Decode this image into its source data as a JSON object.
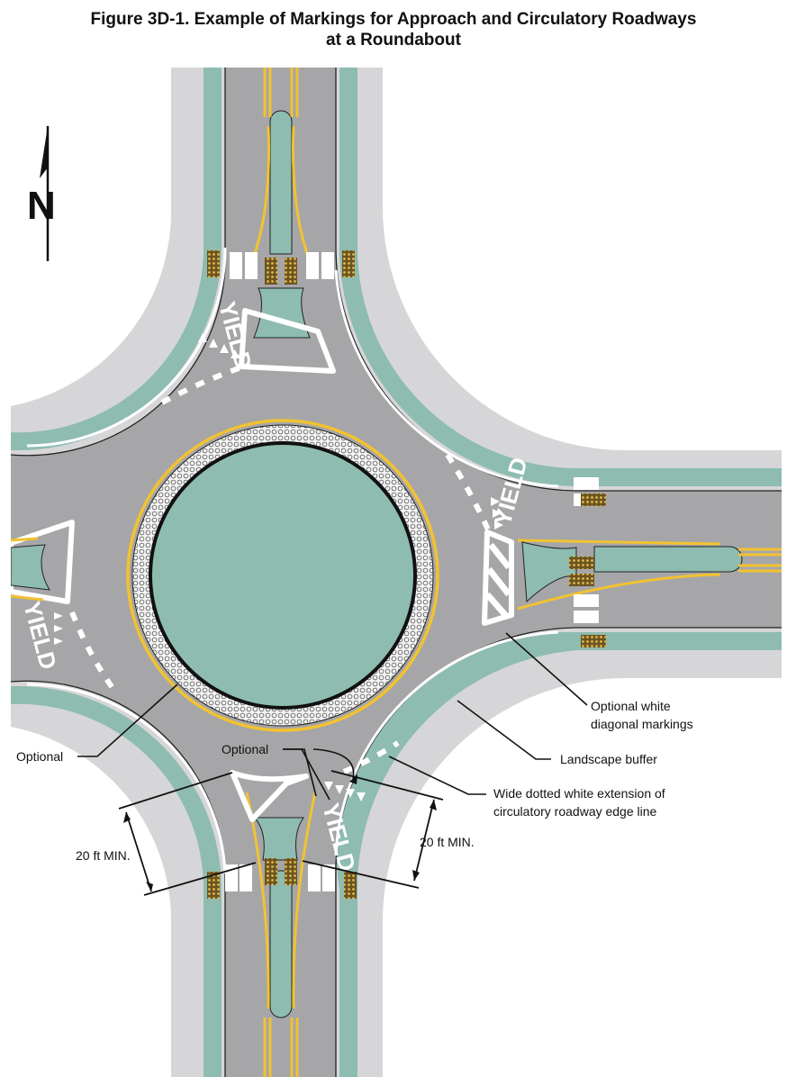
{
  "figure": {
    "title_line1": "Figure 3D-1.  Example of Markings for Approach and Circulatory Roadways",
    "title_line2": "at a Roundabout"
  },
  "compass": {
    "north_letter": "N"
  },
  "pavement_words": {
    "yield": "YIELD"
  },
  "callouts": {
    "optional_left": "Optional",
    "optional_south": "Optional",
    "diagonal_line1": "Optional white",
    "diagonal_line2": "diagonal markings",
    "landscape_buffer": "Landscape buffer",
    "dotted_line1": "Wide dotted white extension of",
    "dotted_line2": "circulatory roadway edge line",
    "min_left": "20 ft MIN.",
    "min_right": "20 ft MIN."
  },
  "colors": {
    "pavement": "#a6a6a8",
    "sidewalk": "#d6d6d8",
    "landscape": "#8ebcb0",
    "yellow": "#f2c230",
    "white": "#ffffff",
    "detectable": "#6b5420"
  }
}
